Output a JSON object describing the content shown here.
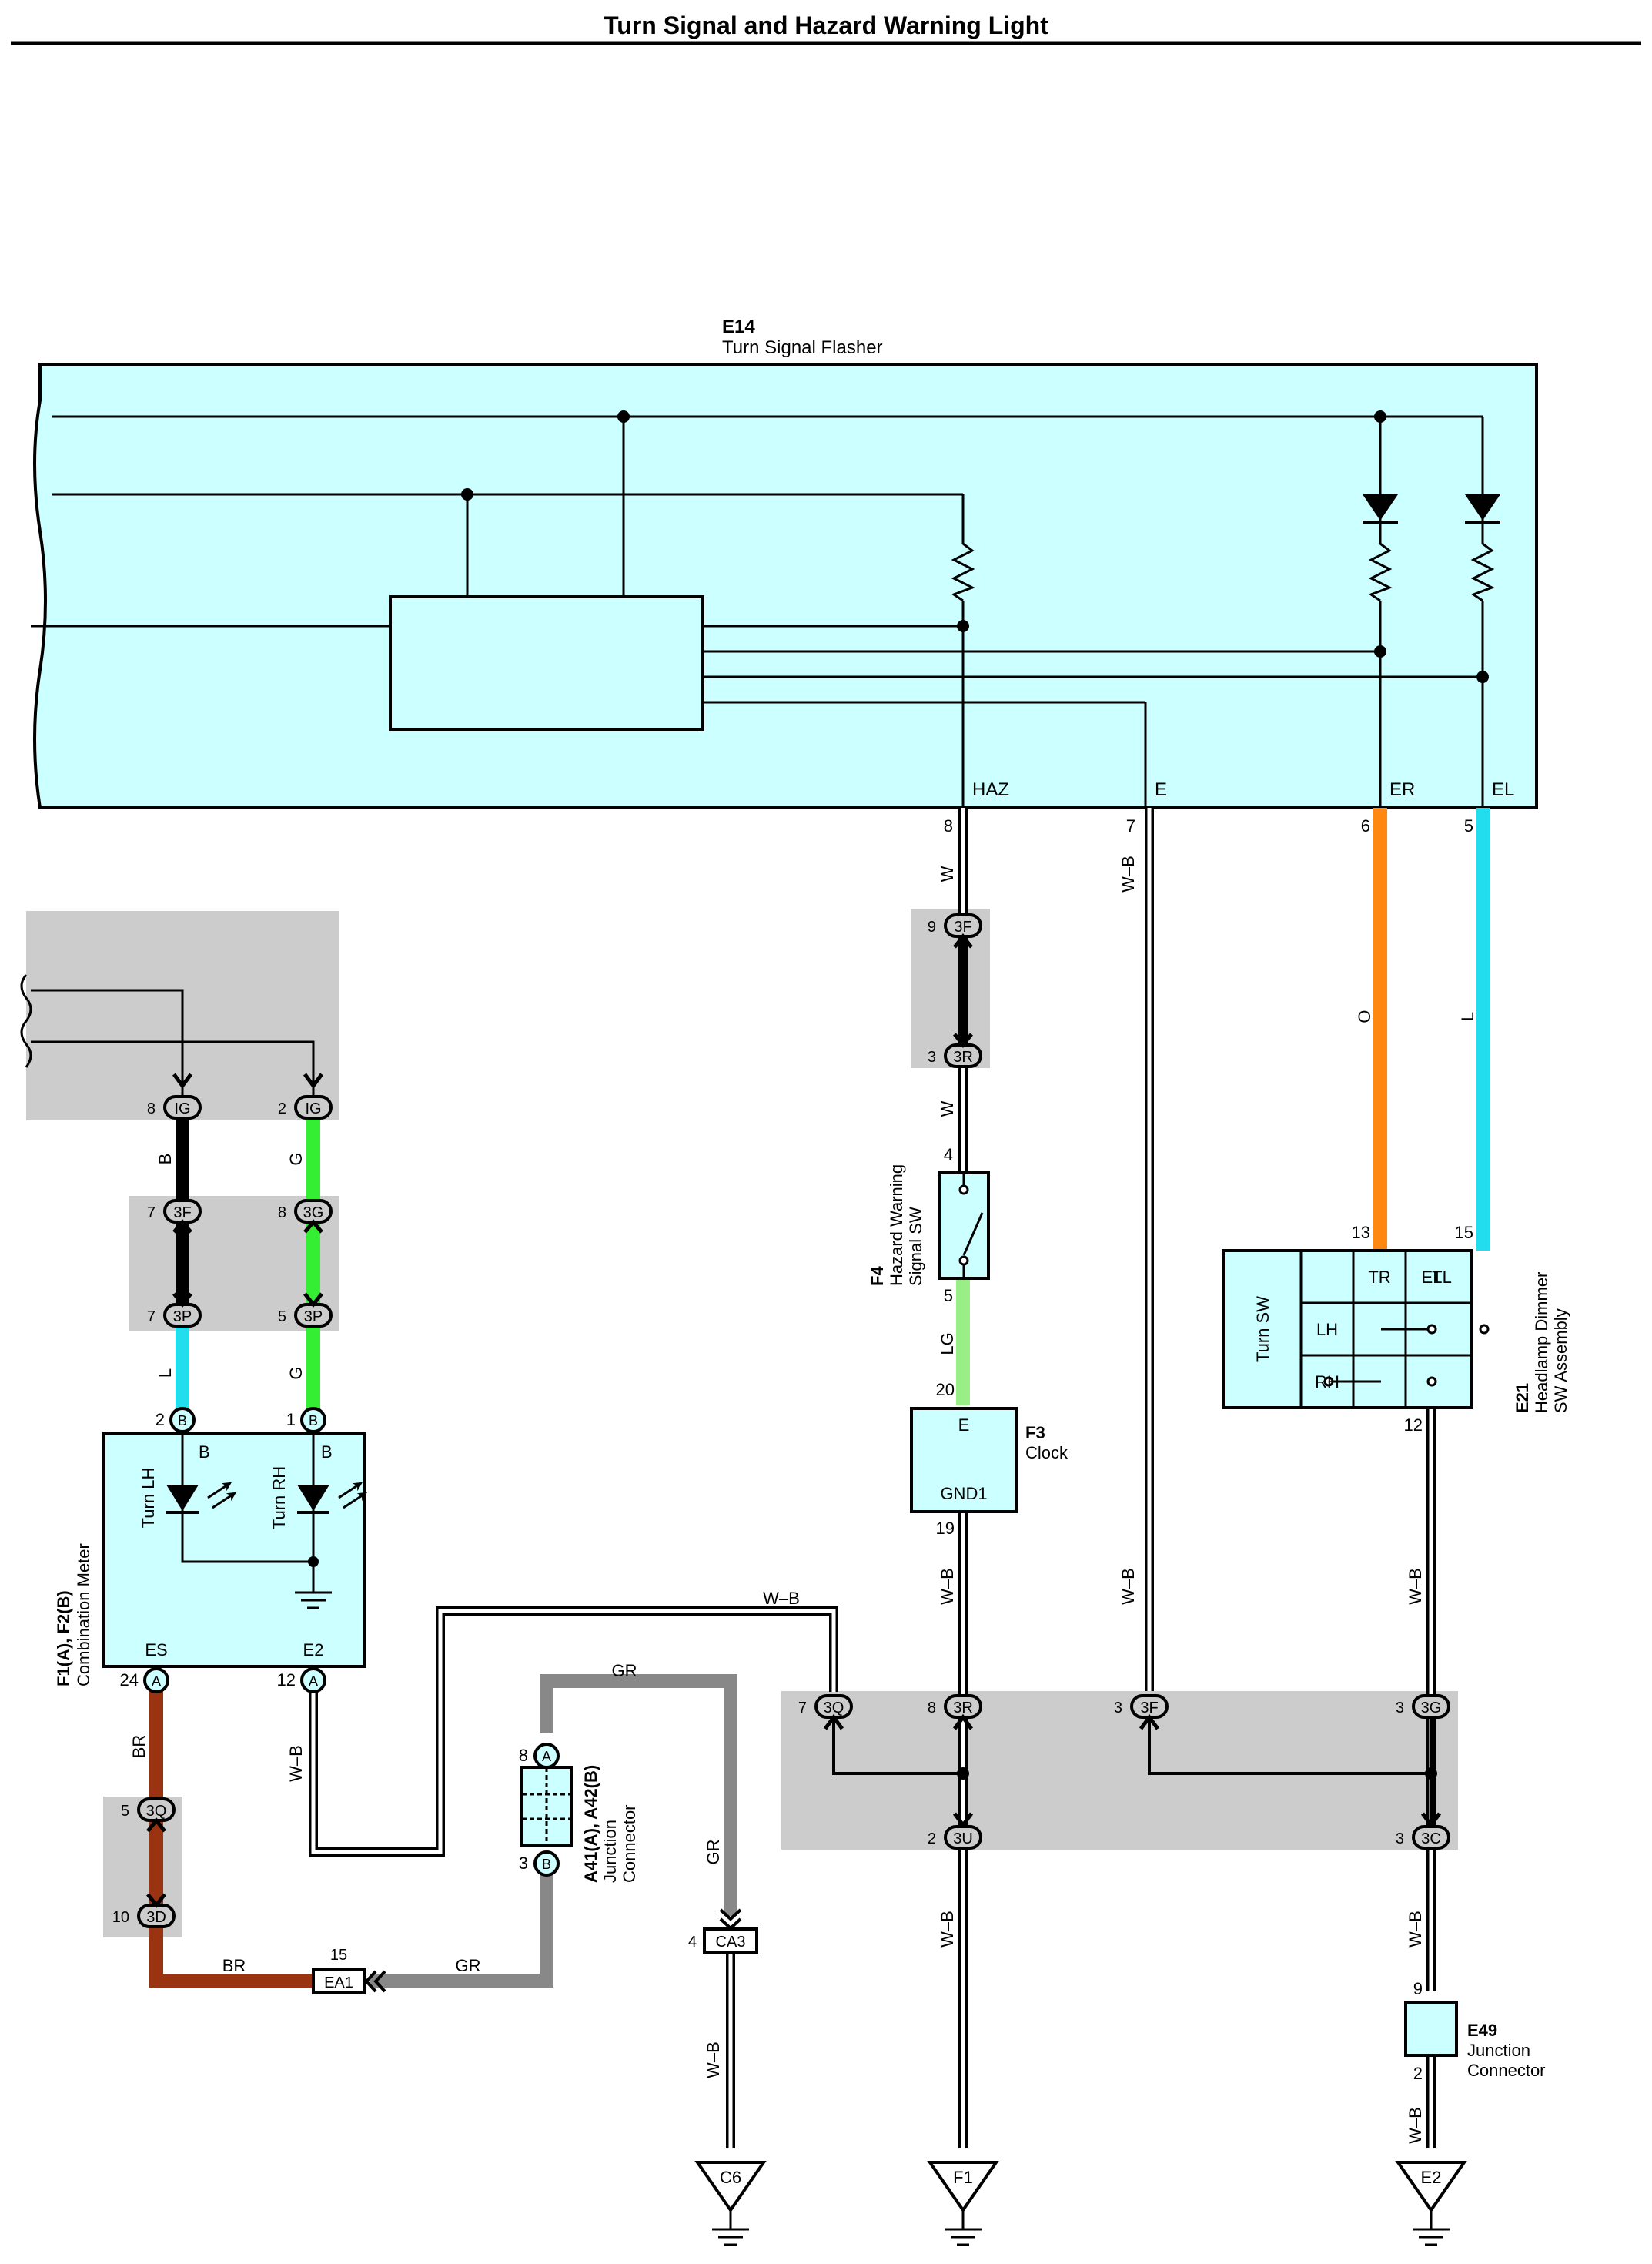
{
  "title": "Turn Signal and Hazard Warning Light",
  "colors": {
    "component_fill": "#ccffff",
    "connector_block_fill": "#cccccc",
    "wire_W": "#ffffff",
    "wire_B": "#000000",
    "wire_G": "#33ee33",
    "wire_L": "#22ddee",
    "wire_LG": "#99ee88",
    "wire_O": "#ff8811",
    "wire_BR": "#993311",
    "wire_GR": "#888888",
    "wire_WB": "#ffffff"
  },
  "components": {
    "e14": {
      "code": "E14",
      "name": "Turn Signal Flasher",
      "terminals": {
        "haz": "HAZ",
        "e": "E",
        "er": "ER",
        "el": "EL"
      },
      "pins": {
        "haz": "8",
        "e": "7",
        "er": "6",
        "el": "5"
      }
    },
    "f4": {
      "code": "F4",
      "name_line1": "Hazard Warning",
      "name_line2": "Signal SW",
      "pin_top": "4",
      "pin_bottom": "5"
    },
    "f3": {
      "code": "F3",
      "name": "Clock",
      "term_e": "E",
      "term_gnd": "GND1",
      "pin_top": "20",
      "pin_bottom": "19"
    },
    "e21": {
      "code": "E21",
      "name_line1": "Headlamp Dimmer",
      "name_line2": "SW Assembly",
      "switch_label": "Turn SW",
      "col_tr": "TR",
      "col_el": "EL",
      "col_tl": "TL",
      "row_lh": "LH",
      "row_rh": "RH",
      "pin_tr": "13",
      "pin_tl": "15",
      "pin_bottom": "12"
    },
    "f1": {
      "code": "F1(A), F2(B)",
      "name": "Combination Meter",
      "led_lh": "Turn LH",
      "led_rh": "Turn RH",
      "term_b": "B",
      "term_es": "ES",
      "term_e2": "E2",
      "pin_lh": "2",
      "pin_rh": "1",
      "pin_es": "24",
      "pin_e2": "12",
      "conn_b": "B",
      "conn_a": "A"
    },
    "a41": {
      "code": "A41(A), A42(B)",
      "name_line1": "Junction",
      "name_line2": "Connector",
      "pin_top": "8",
      "pin_bottom": "3",
      "conn_a": "A",
      "conn_b": "B"
    },
    "e49": {
      "code": "E49",
      "name_line1": "Junction",
      "name_line2": "Connector",
      "pin_top": "9",
      "pin_bottom": "2"
    }
  },
  "wires": {
    "haz": "W",
    "e": "W–B",
    "er": "O",
    "el": "L",
    "f4_in": "W",
    "f4_out": "LG",
    "clock_out": "W–B",
    "ig8": "B",
    "ig2": "G",
    "meter_lh": "L",
    "meter_rh": "G",
    "es": "BR",
    "e2": "W–B",
    "e2_top": "W–B",
    "jc_top": "GR",
    "jc_right": "GR",
    "jc_bottom": "GR",
    "ea1_left": "BR",
    "ca3_down": "W–B",
    "f1_down": "W–B",
    "e21_down": "W–B",
    "e21_mid": "W–B",
    "e49_down": "W–B"
  },
  "connectors": {
    "c3f_top": {
      "id": "3F",
      "pin": "9"
    },
    "c3r_top": {
      "id": "3R",
      "pin": "3"
    },
    "ig8": {
      "id": "IG",
      "pin": "8"
    },
    "ig2": {
      "id": "IG",
      "pin": "2"
    },
    "c3f_l": {
      "id": "3F",
      "pin": "7"
    },
    "c3g_l": {
      "id": "3G",
      "pin": "8"
    },
    "c3p_l": {
      "id": "3P",
      "pin": "7"
    },
    "c3p_r": {
      "id": "3P",
      "pin": "5"
    },
    "c3q_l": {
      "id": "3Q",
      "pin": "5"
    },
    "c3d_l": {
      "id": "3D",
      "pin": "10"
    },
    "ea1": {
      "id": "EA1",
      "pin": "15"
    },
    "c3q_r": {
      "id": "3Q",
      "pin": "7"
    },
    "c3r_r": {
      "id": "3R",
      "pin": "8"
    },
    "c3f_r": {
      "id": "3F",
      "pin": "3"
    },
    "c3g_r": {
      "id": "3G",
      "pin": "3"
    },
    "c3u": {
      "id": "3U",
      "pin": "2"
    },
    "c3c": {
      "id": "3C",
      "pin": "3"
    },
    "ca3": {
      "id": "CA3",
      "pin": "4"
    }
  },
  "grounds": {
    "c6": "C6",
    "f1": "F1",
    "e2": "E2"
  }
}
